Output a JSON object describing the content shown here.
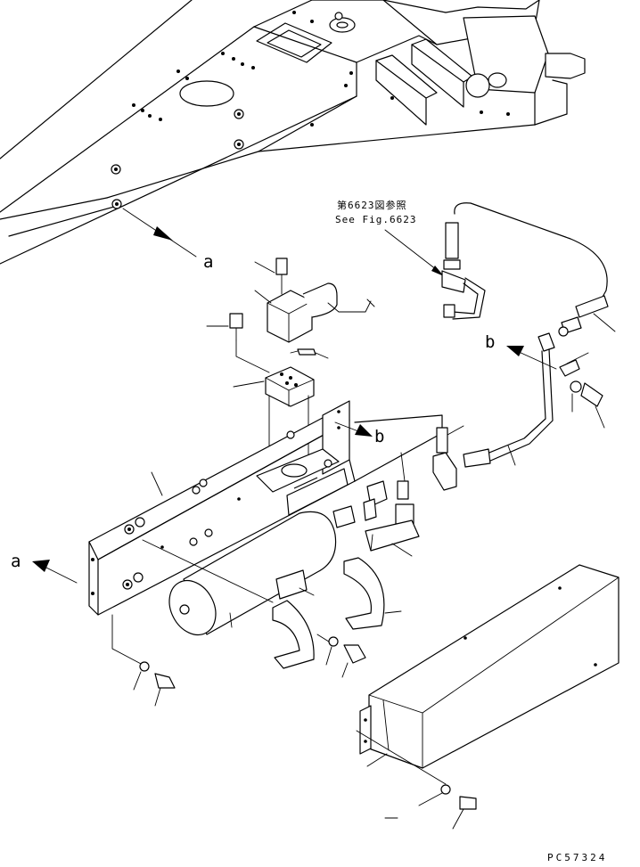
{
  "diagram": {
    "reference_jp": "第6623図参照",
    "reference_en": "See Fig.6623",
    "labels": {
      "a_top": "a",
      "a_left": "a",
      "b_middle": "b",
      "b_right": "b"
    },
    "drawing_code": "PC57324"
  }
}
